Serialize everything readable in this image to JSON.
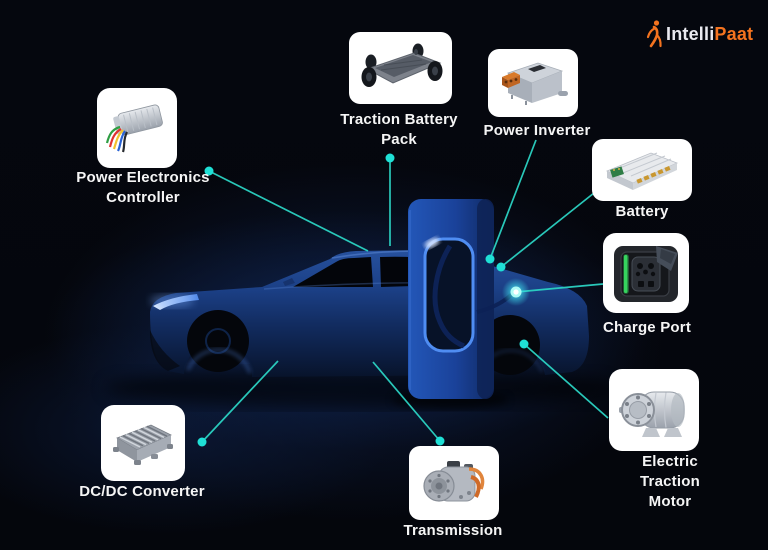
{
  "brand": {
    "logo_primary": "Intelli",
    "logo_secondary": "Paat",
    "logo_icon": "dancing-person-icon"
  },
  "diagram_subject": "Electric Vehicle Components",
  "components": [
    {
      "name": "power-electronics-controller",
      "label": "Power Electronics\nController",
      "image": "controller-box-with-colored-wires"
    },
    {
      "name": "traction-battery-pack",
      "label": "Traction Battery\nPack",
      "image": "ev-skateboard-chassis"
    },
    {
      "name": "power-inverter",
      "label": "Power Inverter",
      "image": "inverter-box-with-orange-connector"
    },
    {
      "name": "battery",
      "label": "Battery",
      "image": "flat-battery-module"
    },
    {
      "name": "charge-port",
      "label": "Charge Port",
      "image": "charging-socket-with-plug"
    },
    {
      "name": "electric-traction-motor",
      "label": "Electric Traction Motor",
      "image": "electric-motor-cylinder"
    },
    {
      "name": "transmission",
      "label": "Transmission",
      "image": "gearbox-with-orange-pipes"
    },
    {
      "name": "dc-dc-converter",
      "label": "DC/DC Converter",
      "image": "finned-heatsink-converter"
    }
  ],
  "scene": {
    "car": "electric-car-side-silhouette",
    "charging_station": "ev-charging-station"
  },
  "colors": {
    "background": "#05070e",
    "connector_line": "#2bd3c3",
    "connector_dot": "#1fe0d6",
    "label_text": "#f5f5f5",
    "card_background": "#ffffff",
    "car_body_blue": "#1b3f85",
    "station_blue": "#1f4dab",
    "brand_orange": "#f4731f",
    "brand_white": "#e9e9ef"
  }
}
